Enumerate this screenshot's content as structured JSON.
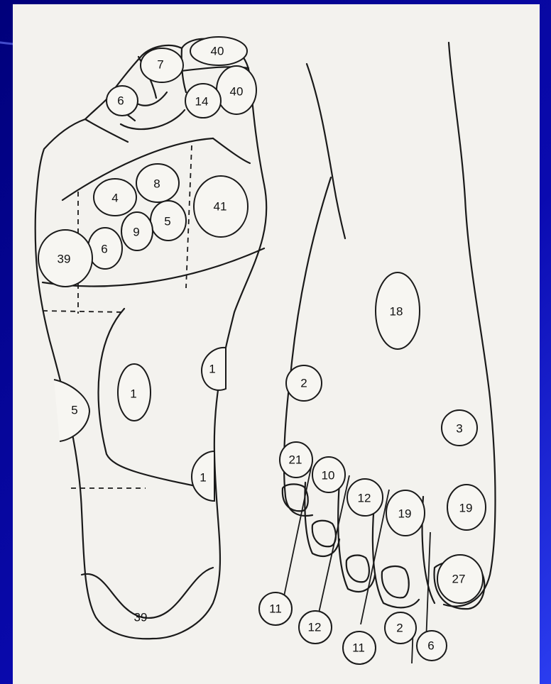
{
  "zones": {
    "z_40_top": "40",
    "z_40_side": "40",
    "z_7": "7",
    "z_6_toe": "6",
    "z_14": "14",
    "z_4": "4",
    "z_8": "8",
    "z_41": "41",
    "z_5_met": "5",
    "z_9": "9",
    "z_6_met": "6",
    "z_39_ball": "39",
    "z_1_center": "1",
    "z_1_arch": "1",
    "z_5_side": "5",
    "z_1_inner": "1",
    "z_39_heel": "39",
    "z_18": "18",
    "z_2_shin": "2",
    "z_3": "3",
    "z_21": "21",
    "z_10": "10",
    "z_12_toe": "12",
    "z_19_toe": "19",
    "z_19_big": "19",
    "z_27": "27",
    "z_11_a": "11",
    "z_12_b": "12",
    "z_11_b": "11",
    "z_2_b": "2",
    "z_6_b": "6"
  }
}
